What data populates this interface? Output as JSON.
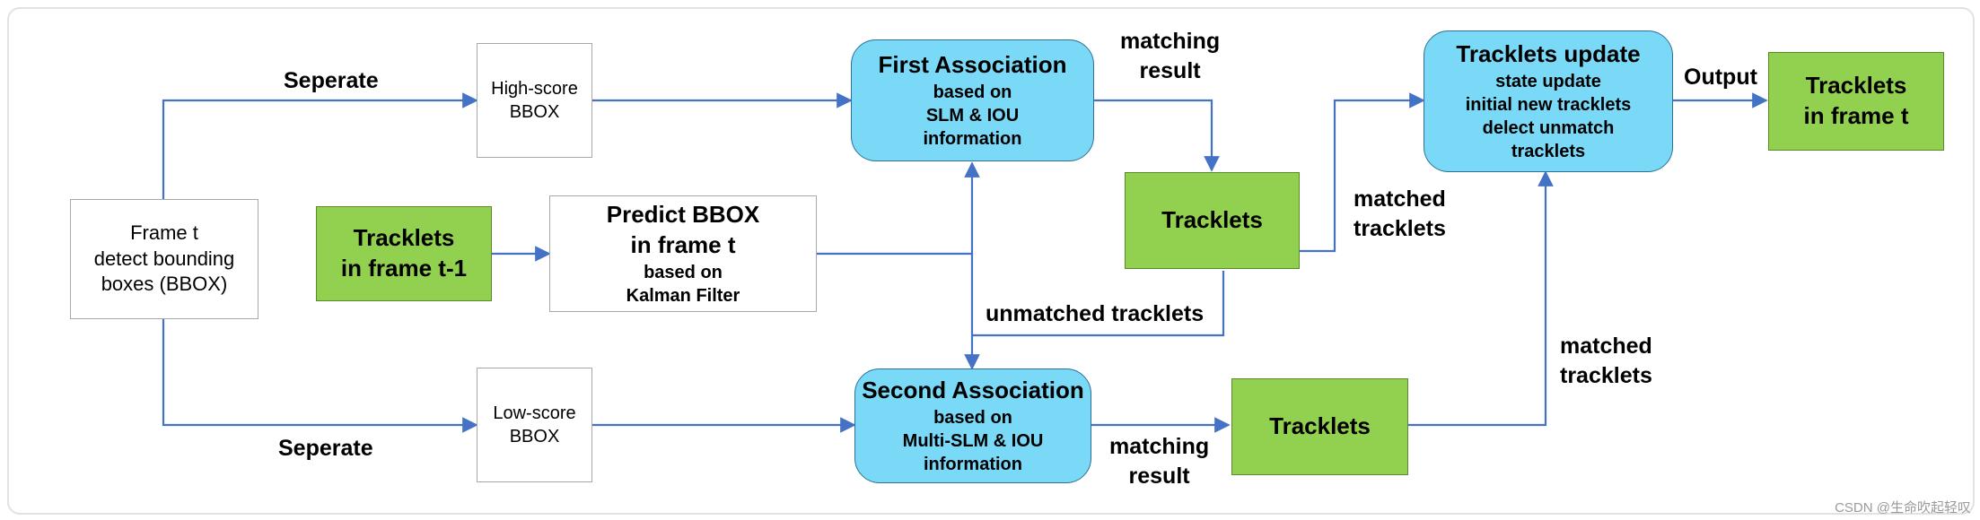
{
  "nodes": {
    "frame_t": [
      "Frame t",
      "detect bounding",
      "boxes (BBOX)"
    ],
    "high_score": [
      "High-score",
      "BBOX"
    ],
    "low_score": [
      "Low-score",
      "BBOX"
    ],
    "tracklets_prev": [
      "Tracklets",
      "in frame t-1"
    ],
    "predict_bbox": [
      "Predict BBOX",
      "in frame t",
      "based on",
      "Kalman Filter"
    ],
    "first_association": [
      "First Association",
      "based on",
      "SLM & IOU",
      "information"
    ],
    "second_association": [
      "Second Association",
      "based on",
      "Multi-SLM & IOU",
      "information"
    ],
    "tracklets_first": [
      "Tracklets"
    ],
    "tracklets_second": [
      "Tracklets"
    ],
    "tracklets_update": [
      "Tracklets update",
      "state update",
      "initial new tracklets",
      "delect unmatch",
      "tracklets"
    ],
    "tracklets_out": [
      "Tracklets",
      "in frame t"
    ]
  },
  "edge_labels": {
    "seperate_top": [
      "Seperate"
    ],
    "seperate_bottom": [
      "Seperate"
    ],
    "matching_result_1": [
      "matching",
      "result"
    ],
    "matching_result_2": [
      "matching",
      "result"
    ],
    "matched_tracklets_1": [
      "matched",
      "tracklets"
    ],
    "matched_tracklets_2": [
      "matched",
      "tracklets"
    ],
    "unmatched": [
      "unmatched tracklets"
    ],
    "output": [
      "Output"
    ]
  },
  "watermark": "CSDN @生命吹起轻叹",
  "colors": {
    "arrow": "#4472c4",
    "process_fill": "#79d9f7",
    "tracklet_fill": "#92d050",
    "box_fill": "#ffffff"
  }
}
